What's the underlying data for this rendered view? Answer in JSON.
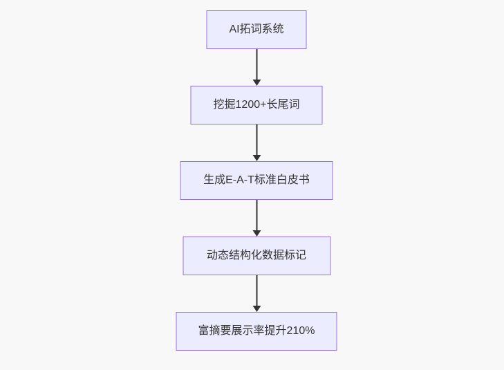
{
  "flowchart": {
    "direction": "top-down",
    "nodes": [
      {
        "label": "AI拓词系统"
      },
      {
        "label": "挖掘1200+长尾词"
      },
      {
        "label": "生成E-A-T标准白皮书"
      },
      {
        "label": "动态结构化数据标记"
      },
      {
        "label": "富摘要展示率提升210%"
      }
    ],
    "edges": [
      {
        "from": 0,
        "to": 1
      },
      {
        "from": 1,
        "to": 2
      },
      {
        "from": 2,
        "to": 3
      },
      {
        "from": 3,
        "to": 4
      }
    ],
    "colors": {
      "node_fill": "#ECECFF",
      "node_border": "#9370DB",
      "node_text": "#333333",
      "arrow": "#333333",
      "background": "#f8f8f8"
    }
  }
}
